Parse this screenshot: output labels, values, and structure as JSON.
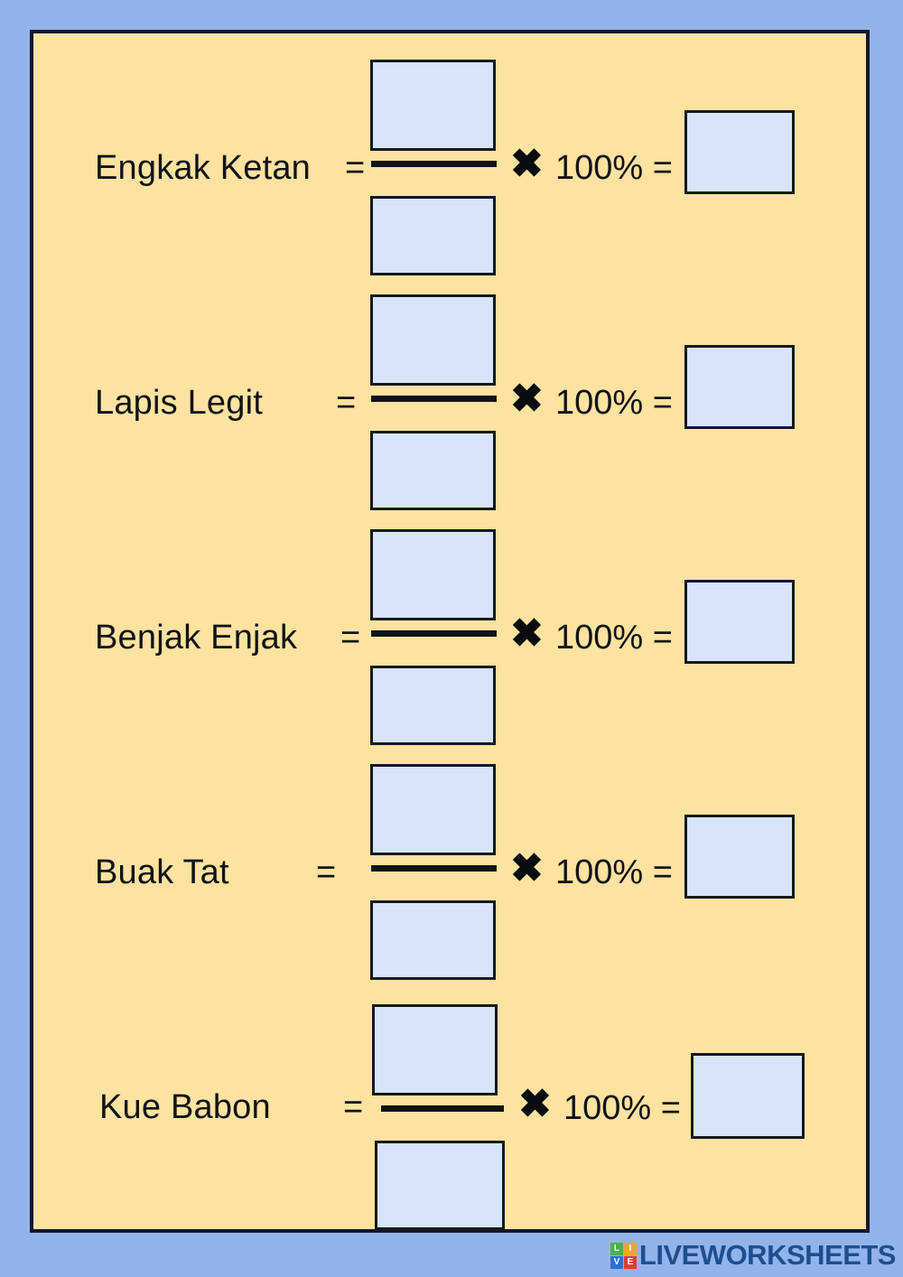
{
  "page": {
    "background_color": "#93b4ea",
    "sheet_color": "#fde2a0",
    "border_color": "#121826",
    "input_fill": "#d7e4fa",
    "input_border": "#15191f"
  },
  "rows": [
    {
      "label": "Engkak Ketan",
      "equals": "=",
      "numerator_value": "",
      "numerator_placeholder": "",
      "denominator_value": "",
      "denominator_placeholder": "",
      "multiply_symbol": "✖",
      "factor": "100% =",
      "answer_value": "",
      "answer_placeholder": ""
    },
    {
      "label": "Lapis Legit",
      "equals": "=",
      "numerator_value": "",
      "numerator_placeholder": "",
      "denominator_value": "",
      "denominator_placeholder": "",
      "multiply_symbol": "✖",
      "factor": "100% =",
      "answer_value": "",
      "answer_placeholder": ""
    },
    {
      "label": "Benjak Enjak",
      "equals": "=",
      "numerator_value": "",
      "numerator_placeholder": "",
      "denominator_value": "",
      "denominator_placeholder": "",
      "multiply_symbol": "✖",
      "factor": "100% =",
      "answer_value": "",
      "answer_placeholder": ""
    },
    {
      "label": "Buak Tat",
      "equals": "=",
      "numerator_value": "",
      "numerator_placeholder": "",
      "denominator_value": "",
      "denominator_placeholder": "",
      "multiply_symbol": "✖",
      "factor": "100% =",
      "answer_value": "",
      "answer_placeholder": ""
    },
    {
      "label": "Kue Babon",
      "equals": "=",
      "numerator_value": "",
      "numerator_placeholder": "",
      "denominator_value": "",
      "denominator_placeholder": "",
      "multiply_symbol": "✖",
      "factor": "100% =",
      "answer_value": "",
      "answer_placeholder": ""
    }
  ],
  "footer": {
    "logo_letters": [
      "L",
      "I",
      "V",
      "E"
    ],
    "brand": "LIVEWORKSHEETS",
    "brand_color": "#1d4f91"
  }
}
